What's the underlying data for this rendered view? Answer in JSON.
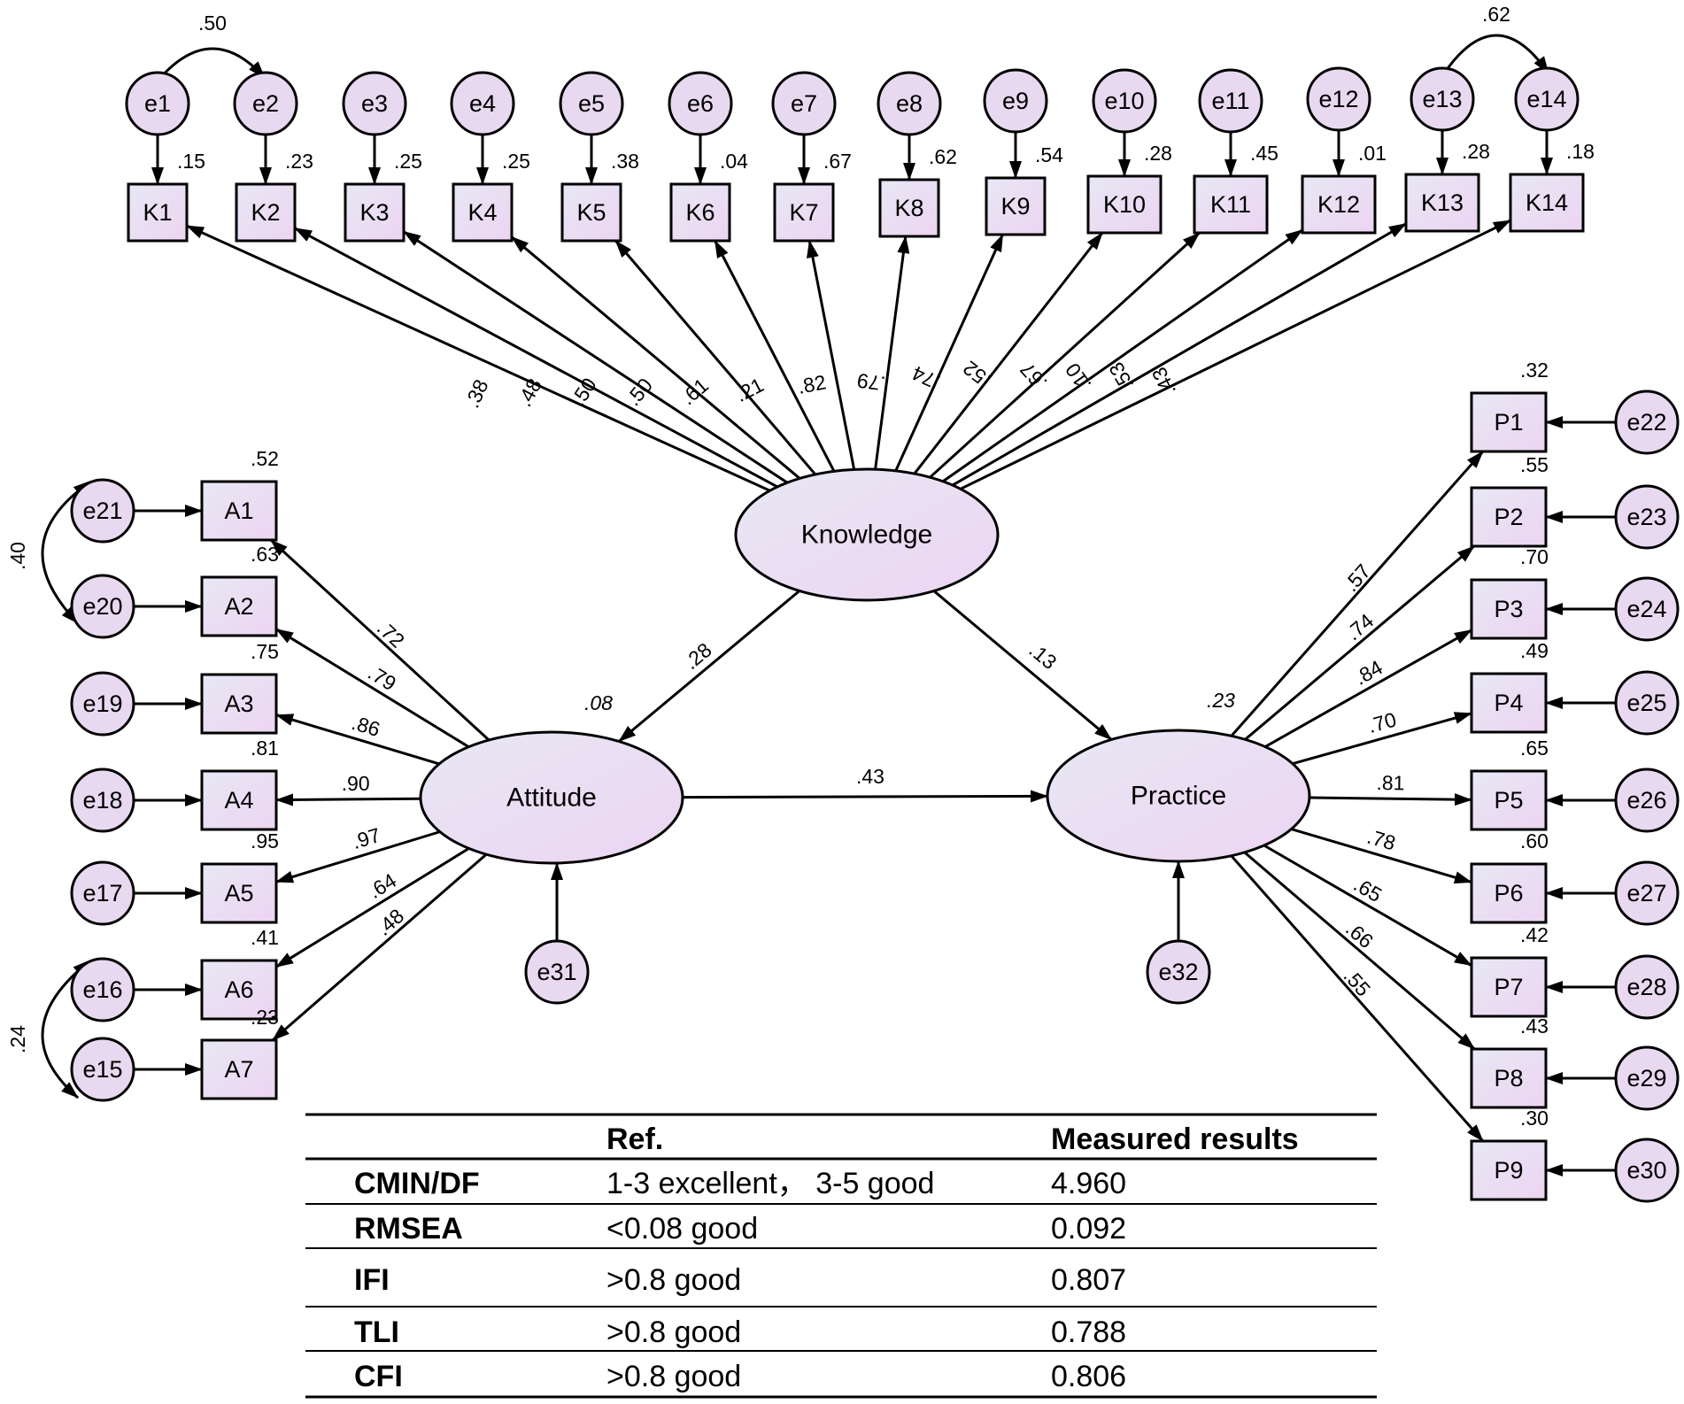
{
  "latents": {
    "knowledge": {
      "label": "Knowledge"
    },
    "attitude": {
      "label": "Attitude",
      "r2": ".08"
    },
    "practice": {
      "label": "Practice",
      "r2": ".23"
    }
  },
  "structural_paths": {
    "knowledge_attitude": ".28",
    "knowledge_practice": ".13",
    "attitude_practice": ".43"
  },
  "disturbances": {
    "attitude": "e31",
    "practice": "e32"
  },
  "knowledge_items": [
    {
      "name": "K1",
      "error": "e1",
      "loading": ".38",
      "r2": ".15"
    },
    {
      "name": "K2",
      "error": "e2",
      "loading": ".48",
      "r2": ".23"
    },
    {
      "name": "K3",
      "error": "e3",
      "loading": ".50",
      "r2": ".25"
    },
    {
      "name": "K4",
      "error": "e4",
      "loading": ".50",
      "r2": ".25"
    },
    {
      "name": "K5",
      "error": "e5",
      "loading": ".61",
      "r2": ".38"
    },
    {
      "name": "K6",
      "error": "e6",
      "loading": ".21",
      "r2": ".04"
    },
    {
      "name": "K7",
      "error": "e7",
      "loading": ".82",
      "r2": ".67"
    },
    {
      "name": "K8",
      "error": "e8",
      "loading": ".79",
      "r2": ".62"
    },
    {
      "name": "K9",
      "error": "e9",
      "loading": ".74",
      "r2": ".54"
    },
    {
      "name": "K10",
      "error": "e10",
      "loading": ".52",
      "r2": ".28"
    },
    {
      "name": "K11",
      "error": "e11",
      "loading": ".67",
      "r2": ".45"
    },
    {
      "name": "K12",
      "error": "e12",
      "loading": ".10",
      "r2": ".01"
    },
    {
      "name": "K13",
      "error": "e13",
      "loading": ".53",
      "r2": ".28"
    },
    {
      "name": "K14",
      "error": "e14",
      "loading": ".43",
      "r2": ".18"
    }
  ],
  "attitude_items": [
    {
      "name": "A1",
      "error": "e21",
      "loading": ".72",
      "r2": ".52"
    },
    {
      "name": "A2",
      "error": "e20",
      "loading": ".79",
      "r2": ".63"
    },
    {
      "name": "A3",
      "error": "e19",
      "loading": ".86",
      "r2": ".75"
    },
    {
      "name": "A4",
      "error": "e18",
      "loading": ".90",
      "r2": ".81"
    },
    {
      "name": "A5",
      "error": "e17",
      "loading": ".97",
      "r2": ".95"
    },
    {
      "name": "A6",
      "error": "e16",
      "loading": ".64",
      "r2": ".41"
    },
    {
      "name": "A7",
      "error": "e15",
      "loading": ".48",
      "r2": ".23"
    }
  ],
  "practice_items": [
    {
      "name": "P1",
      "error": "e22",
      "loading": ".57",
      "r2": ".32"
    },
    {
      "name": "P2",
      "error": "e23",
      "loading": ".74",
      "r2": ".55"
    },
    {
      "name": "P3",
      "error": "e24",
      "loading": ".84",
      "r2": ".70"
    },
    {
      "name": "P4",
      "error": "e25",
      "loading": ".70",
      "r2": ".49"
    },
    {
      "name": "P5",
      "error": "e26",
      "loading": ".81",
      "r2": ".65"
    },
    {
      "name": "P6",
      "error": "e27",
      "loading": ".78",
      "r2": ".60"
    },
    {
      "name": "P7",
      "error": "e28",
      "loading": ".65",
      "r2": ".42"
    },
    {
      "name": "P8",
      "error": "e29",
      "loading": ".66",
      "r2": ".43"
    },
    {
      "name": "P9",
      "error": "e30",
      "loading": ".55",
      "r2": ".30"
    }
  ],
  "covariances": [
    {
      "between": [
        "e1",
        "e2"
      ],
      "value": ".50"
    },
    {
      "between": [
        "e13",
        "e14"
      ],
      "value": ".62"
    },
    {
      "between": [
        "e21",
        "e20"
      ],
      "value": ".40"
    },
    {
      "between": [
        "e16",
        "e15"
      ],
      "value": ".24"
    }
  ],
  "fit_table": {
    "headers": [
      "",
      "Ref.",
      "Measured results"
    ],
    "rows": [
      {
        "index": "CMIN/DF",
        "ref": "1-3 excellent， 3-5 good",
        "result": "4.960"
      },
      {
        "index": "RMSEA",
        "ref": "<0.08 good",
        "result": "0.092"
      },
      {
        "index": "IFI",
        "ref": ">0.8 good",
        "result": "0.807"
      },
      {
        "index": "TLI",
        "ref": ">0.8 good",
        "result": "0.788"
      },
      {
        "index": "CFI",
        "ref": ">0.8 good",
        "result": "0.806"
      }
    ]
  },
  "colors": {
    "node_fill_start": "#e6e6f2",
    "node_fill_end": "#ead6f0",
    "error_fill": "#e8d9f0",
    "stroke": "#000000"
  }
}
